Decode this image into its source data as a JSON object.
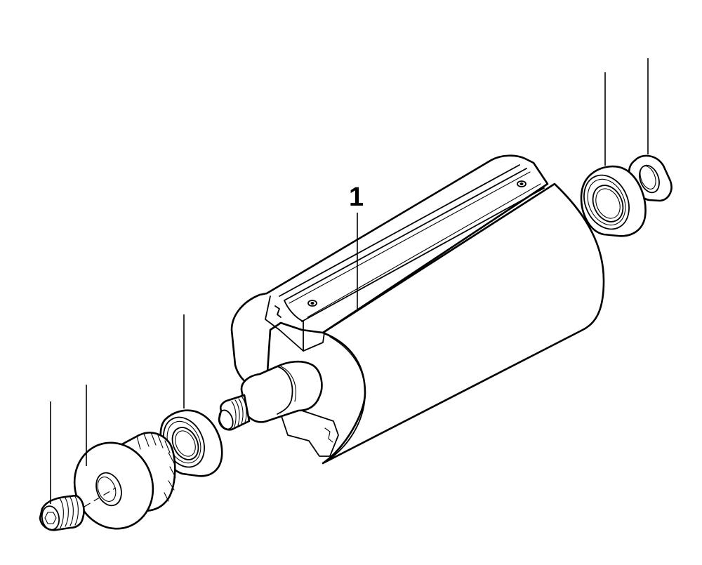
{
  "diagram": {
    "type": "exploded-parts-view",
    "subject": "cutter head (planer drum) assembly",
    "background_color": "#ffffff",
    "line_color": "#000000",
    "callouts": [
      {
        "id": "1",
        "label": "1",
        "part": "cutter-head-drum"
      }
    ],
    "unlabeled_leaders": [
      {
        "part": "set-screw"
      },
      {
        "part": "pulley"
      },
      {
        "part": "left-ball-bearing"
      },
      {
        "part": "right-ball-bearing"
      },
      {
        "part": "washer"
      }
    ]
  }
}
